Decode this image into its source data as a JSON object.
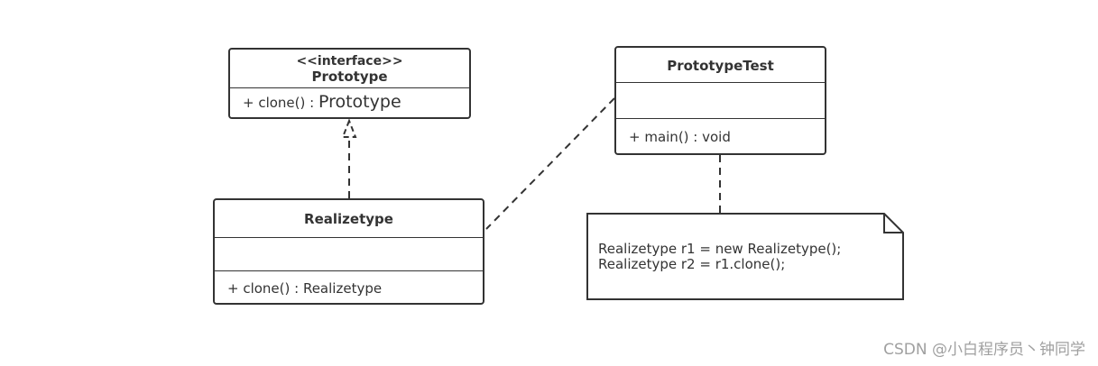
{
  "diagram": {
    "prototype_interface": {
      "stereotype": "<<interface>>",
      "name": "Prototype",
      "method": "+ clone() : ",
      "method_return": "Prototype"
    },
    "realizetype": {
      "name": "Realizetype",
      "attributes": "",
      "method": "+ clone() : Realizetype"
    },
    "prototype_test": {
      "name": "PrototypeTest",
      "attributes": "",
      "method": "+ main() : void"
    },
    "note": {
      "line1": "Realizetype r1 = new Realizetype();",
      "line2": "Realizetype r2 = r1.clone();"
    }
  },
  "watermark": "CSDN @小白程序员丶钟同学",
  "colors": {
    "stroke": "#333333",
    "background": "#ffffff",
    "watermark": "#a0a0a0"
  }
}
